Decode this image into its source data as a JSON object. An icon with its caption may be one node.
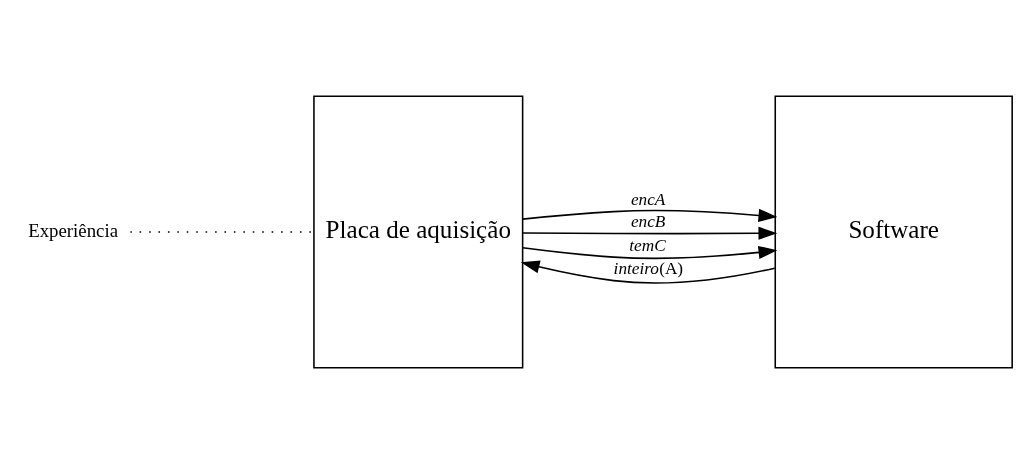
{
  "diagram": {
    "nodes": [
      {
        "text": [
          "Experiência"
        ]
      },
      {
        "text": [
          "Placa de aquisição"
        ]
      },
      {
        "text": [
          "Software"
        ]
      }
    ],
    "edges": [
      {
        "from": 0,
        "to": 1,
        "arrow": "none",
        "style": "dashed"
      },
      {
        "from": 1,
        "to": 2,
        "arrow": "to",
        "label": "encA"
      },
      {
        "from": 1,
        "to": 2,
        "arrow": "to",
        "label": "encB"
      },
      {
        "from": 1,
        "to": 2,
        "arrow": "to",
        "label": "temC"
      },
      {
        "from": 2,
        "to": 1,
        "arrow": "to",
        "label": "*inteiro*(A)"
      }
    ]
  }
}
